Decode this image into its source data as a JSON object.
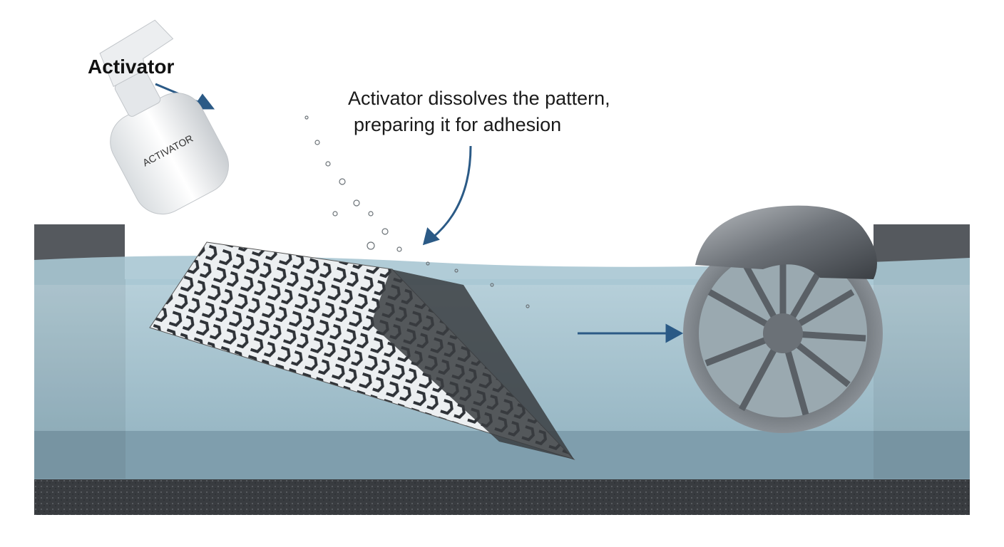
{
  "labels": {
    "activator": "Activator",
    "caption_line1": "Activator dissolves the pattern,",
    "caption_line2": "preparing it for adhesion",
    "bottle_text": "ACTIVATOR"
  },
  "colors": {
    "arrow": "#2b5a86",
    "water": "#9fbfcc",
    "tank_floor": "#3a3d40"
  }
}
